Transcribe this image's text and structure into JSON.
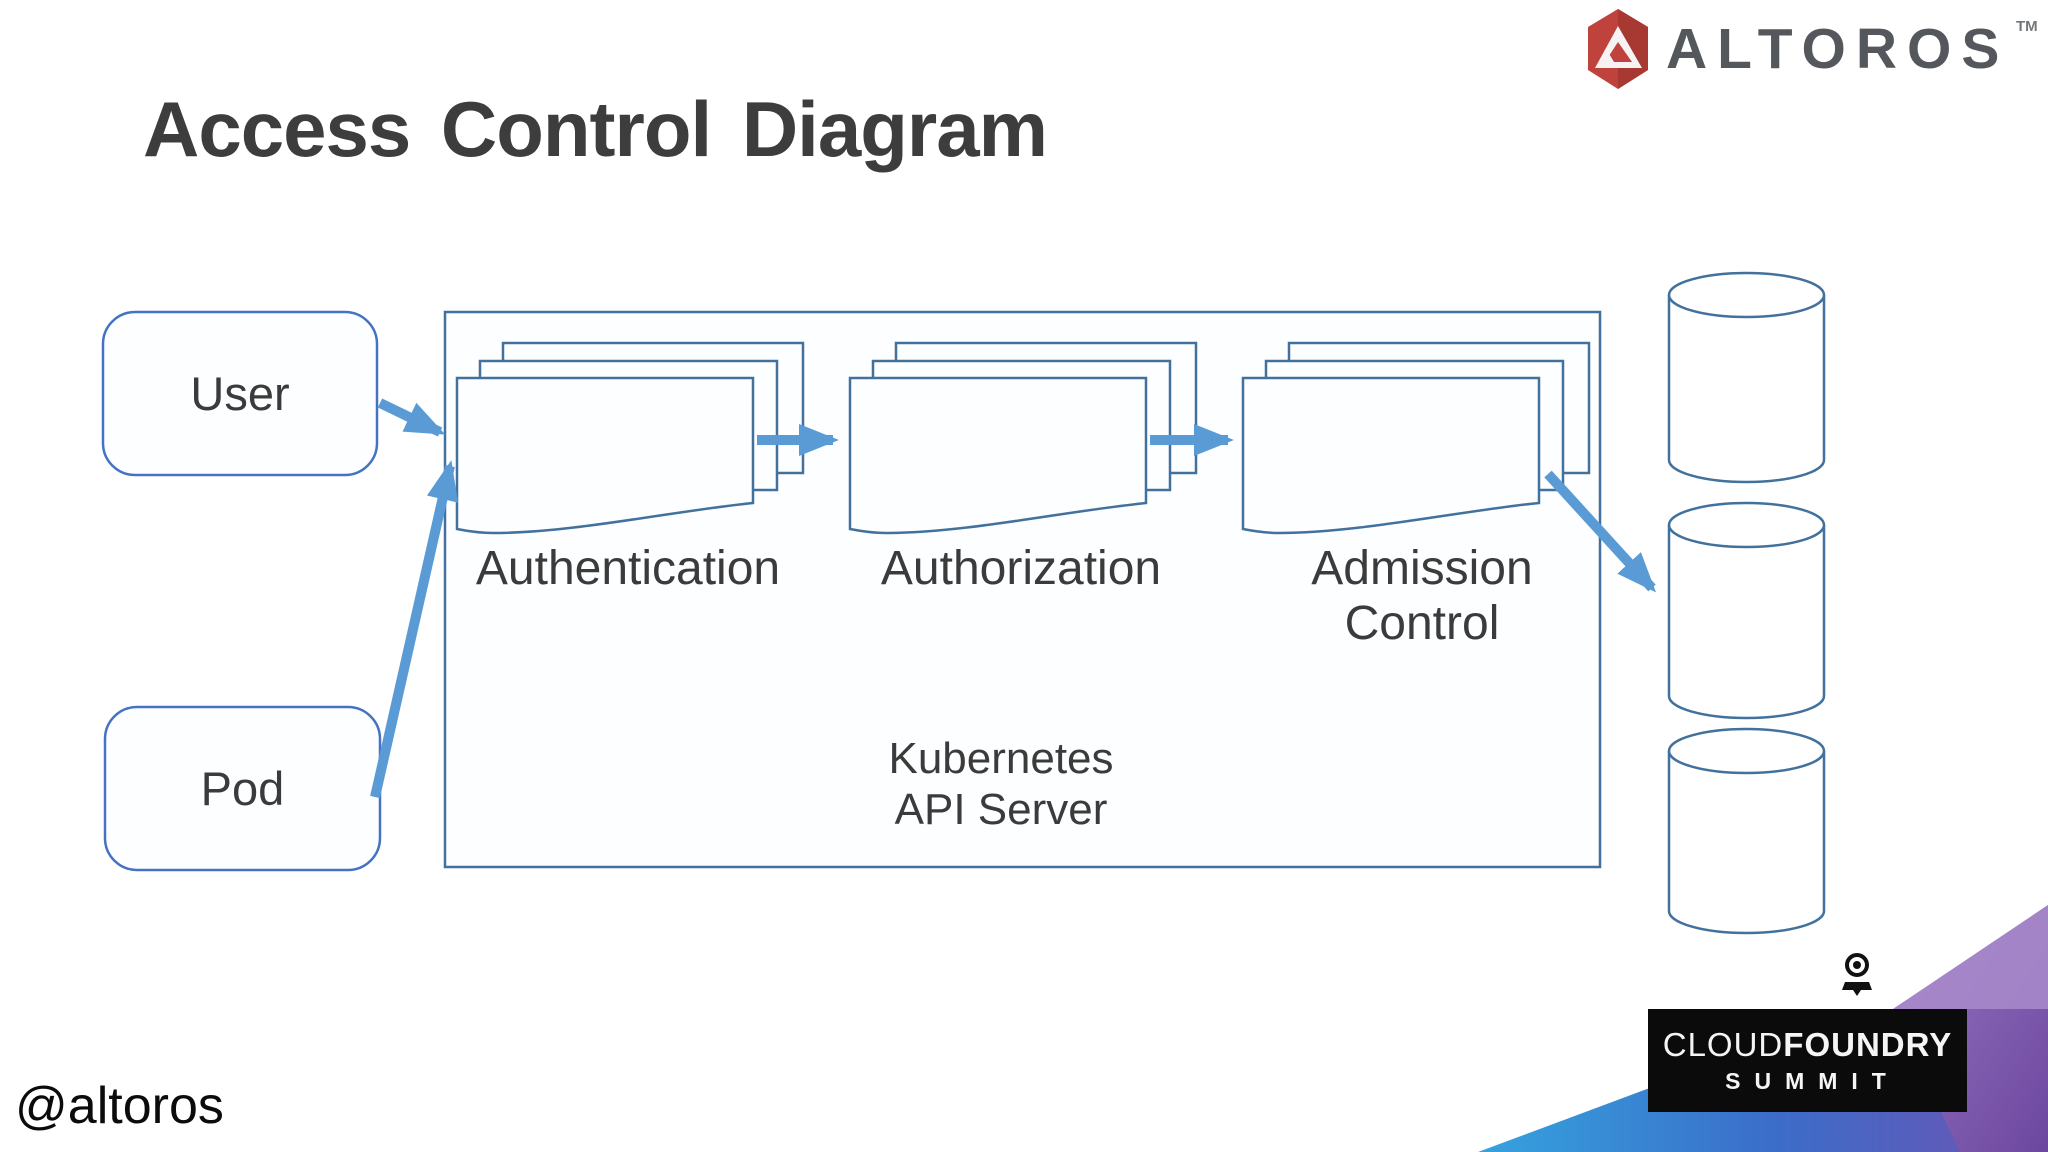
{
  "slide": {
    "title": "Access Control Diagram",
    "handle": "@altoros"
  },
  "branding": {
    "altoros": {
      "wordmark": "ALTOROS",
      "trademark": "TM"
    },
    "cf_summit": {
      "line1_light": "CLOUD",
      "line1_bold": "FOUNDRY",
      "line2": "SUMMIT"
    }
  },
  "icons": {
    "altoros_hexagon": "altoros-hexagon-logo",
    "cf_mascot": "cloud-foundry-mascot-icon"
  },
  "colors": {
    "shape_outline": "#41719c",
    "node_outline": "#4472c4",
    "arrow": "#5b9bd5",
    "title_text": "#3d3d3d",
    "label_text": "#3b3b3b",
    "altoros_red": "#bf423c",
    "altoros_gray": "#54585c",
    "summit_blue": "#35a3de",
    "summit_purple": "#7c55aa",
    "badge_background": "#0b0b0b"
  },
  "diagram": {
    "user": {
      "label": "User"
    },
    "pod": {
      "label": "Pod"
    },
    "api_server": {
      "line1": "Kubernetes",
      "line2": "API Server"
    },
    "stages": [
      {
        "lines": [
          "Authentication"
        ]
      },
      {
        "lines": [
          "Authorization"
        ]
      },
      {
        "lines": [
          "Admission",
          "Control"
        ]
      }
    ],
    "datastores": {
      "count": 3
    }
  }
}
